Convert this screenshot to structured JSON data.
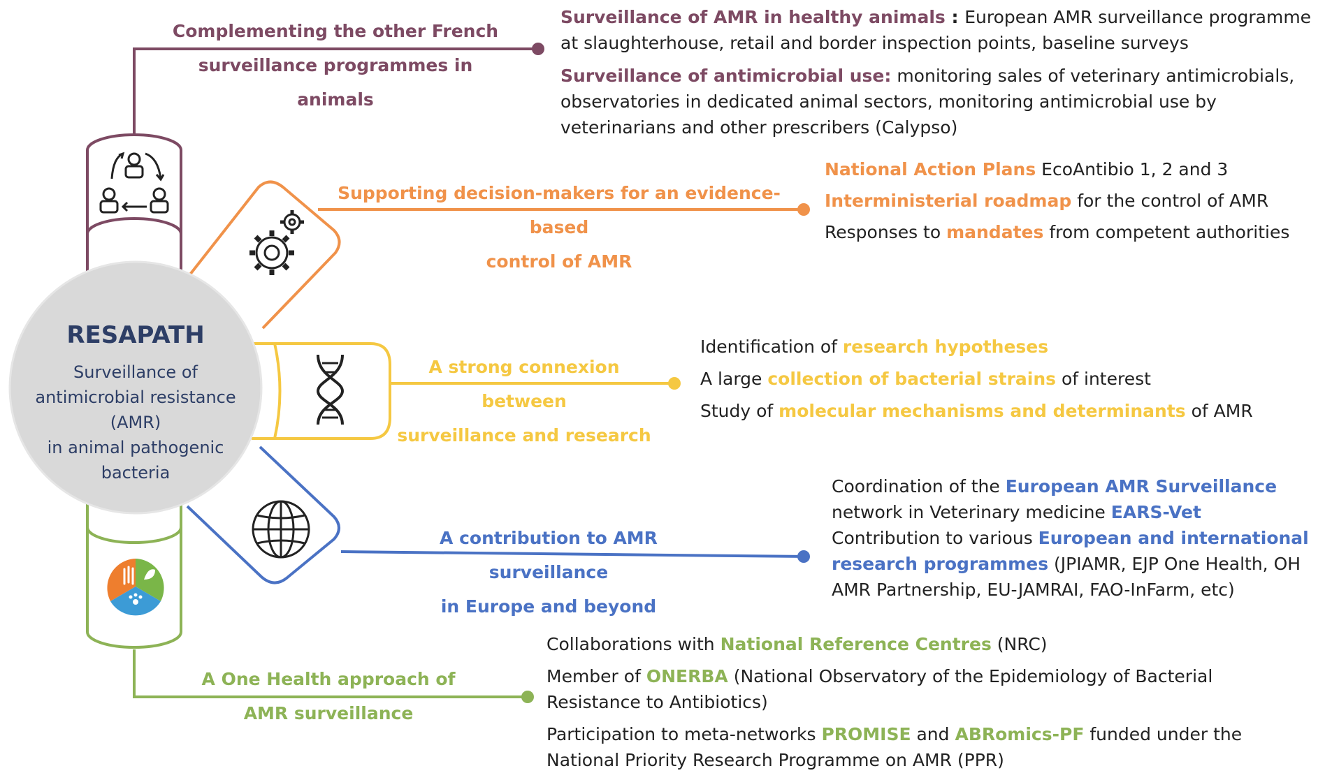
{
  "center": {
    "title": "RESAPATH",
    "subtitle_lines": [
      "Surveillance of",
      "antimicrobial resistance",
      "(AMR)",
      "in animal pathogenic",
      "bacteria"
    ]
  },
  "colors": {
    "purple": "#7d4a63",
    "orange": "#f0924a",
    "yellow": "#f5c842",
    "blue": "#4a72c4",
    "green": "#8db356",
    "center_fill": "#d9d9d9",
    "center_text": "#2d3e66"
  },
  "icons": [
    "people-cycle-icon",
    "gears-icon",
    "dna-icon",
    "globe-icon",
    "one-health-icon"
  ],
  "branches": [
    {
      "id": "purple",
      "label_lines": [
        "Complementing the other French",
        "surveillance programmes in animals"
      ],
      "paragraphs": [
        [
          {
            "t": "Surveillance of AMR in healthy animals",
            "hl": true
          },
          {
            "t": " : ",
            "b": true
          },
          {
            "t": "European AMR surveillance programme at slaughterhouse, retail and border inspection points, baseline surveys"
          }
        ],
        [
          {
            "t": "Surveillance of antimicrobial use:",
            "hl": true
          },
          {
            "t": "  monitoring sales of veterinary antimicrobials, observatories in dedicated animal sectors, monitoring antimicrobial use by veterinarians and other prescribers (Calypso)"
          }
        ]
      ]
    },
    {
      "id": "orange",
      "label_lines": [
        "Supporting decision-makers for an evidence-based",
        "control of AMR"
      ],
      "paragraphs": [
        [
          {
            "t": "National Action Plans",
            "hl": true
          },
          {
            "t": " EcoAntibio 1, 2 and 3"
          }
        ],
        [
          {
            "t": "Interministerial roadmap",
            "hl": true
          },
          {
            "t": " for the control of AMR"
          }
        ],
        [
          {
            "t": "Responses to "
          },
          {
            "t": "mandates",
            "hl": true
          },
          {
            "t": " from competent authorities"
          }
        ]
      ]
    },
    {
      "id": "yellow",
      "label_lines": [
        "A strong connexion between",
        "surveillance and research"
      ],
      "paragraphs": [
        [
          {
            "t": "Identification of "
          },
          {
            "t": "research hypotheses",
            "hl": true
          }
        ],
        [
          {
            "t": "A large "
          },
          {
            "t": "collection of bacterial strains",
            "hl": true
          },
          {
            "t": " of interest"
          }
        ],
        [
          {
            "t": "Study of "
          },
          {
            "t": "molecular mechanisms and determinants",
            "hl": true
          },
          {
            "t": " of AMR"
          }
        ]
      ]
    },
    {
      "id": "blue",
      "label_lines": [
        "A contribution to AMR surveillance",
        "in Europe and beyond"
      ],
      "paragraphs": [
        [
          {
            "t": "Coordination  of the "
          },
          {
            "t": "European AMR Surveillance",
            "hl": true
          },
          {
            "t": " network in Veterinary medicine "
          },
          {
            "t": "EARS-Vet",
            "hl": true
          }
        ],
        [
          {
            "t": "Contribution to various "
          },
          {
            "t": "European and international research programmes",
            "hl": true
          },
          {
            "t": " (JPIAMR, EJP One Health, OH AMR Partnership, EU-JAMRAI, FAO-InFarm, etc)"
          }
        ]
      ]
    },
    {
      "id": "green",
      "label_lines": [
        "A One Health approach of",
        "AMR surveillance"
      ],
      "paragraphs": [
        [
          {
            "t": "Collaborations with "
          },
          {
            "t": "National Reference Centres",
            "hl": true
          },
          {
            "t": " (NRC)"
          }
        ],
        [
          {
            "t": "Member of "
          },
          {
            "t": "ONERBA",
            "hl": true
          },
          {
            "t": " (National Observatory of the Epidemiology of Bacterial Resistance to Antibiotics)"
          }
        ],
        [
          {
            "t": "Participation to meta-networks "
          },
          {
            "t": "PROMISE",
            "hl": true
          },
          {
            "t": " and "
          },
          {
            "t": "ABRomics-PF",
            "hl": true
          },
          {
            "t": " funded under the National Priority Research Programme on AMR (PPR)"
          }
        ]
      ]
    }
  ]
}
